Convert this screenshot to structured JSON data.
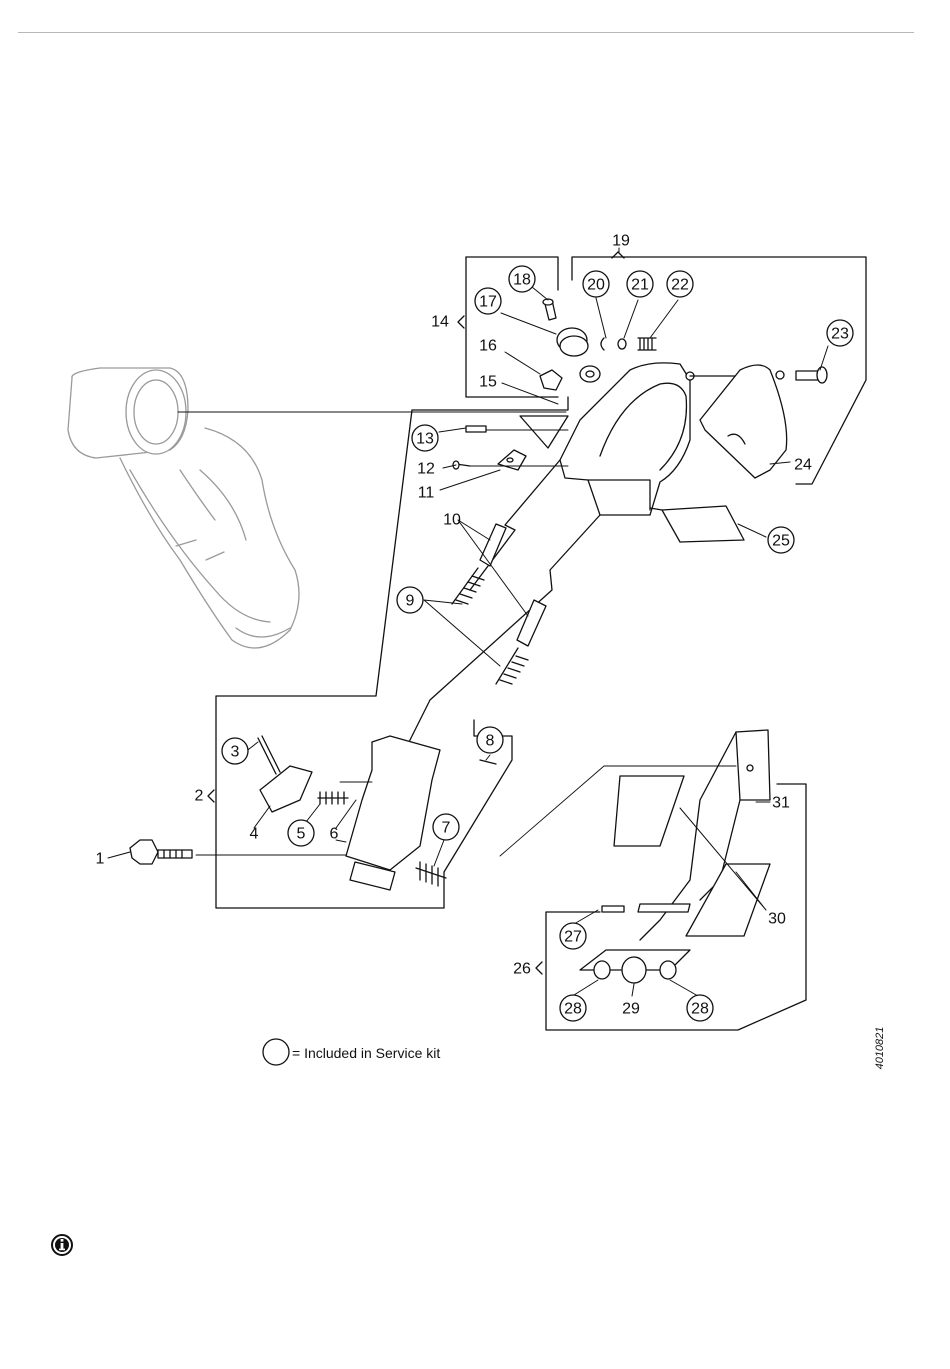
{
  "figure": {
    "labels": {
      "1": "1",
      "2": "2",
      "3": "3",
      "4": "4",
      "5": "5",
      "6": "6",
      "7": "7",
      "8": "8",
      "9": "9",
      "10": "10",
      "11": "11",
      "12": "12",
      "13": "13",
      "14": "14",
      "15": "15",
      "16": "16",
      "17": "17",
      "18": "18",
      "19": "19",
      "20": "20",
      "21": "21",
      "22": "22",
      "23": "23",
      "24": "24",
      "25": "25",
      "26": "26",
      "27": "27",
      "28": "28",
      "29": "29",
      "30": "30",
      "31": "31"
    },
    "circled_parts": [
      "3",
      "5",
      "7",
      "8",
      "9",
      "13",
      "17",
      "18",
      "20",
      "21",
      "22",
      "23",
      "25",
      "27",
      "28",
      "29"
    ],
    "legend_text": "= Included in Service kit",
    "document_number": "4010821"
  },
  "icons": {
    "info": "info-icon"
  },
  "colors": {
    "line": "#111111",
    "rule": "#b8b8b8",
    "background": "#ffffff"
  }
}
